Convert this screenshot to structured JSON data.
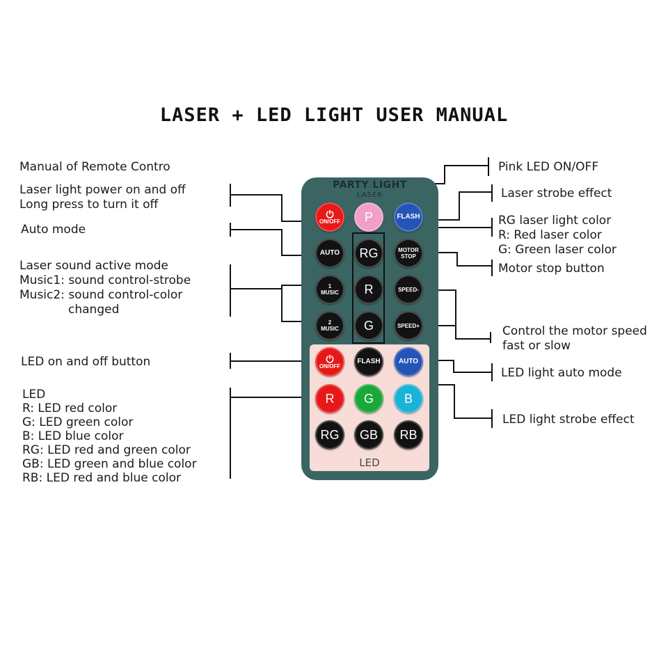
{
  "title": "LASER + LED LIGHT USER MANUAL",
  "left_notes": {
    "manual": "Manual of Remote Contro",
    "power_1": "Laser light power on and off",
    "power_2": "Long press to turn it off",
    "auto": "Auto mode",
    "sound_1": "Laser sound active mode",
    "sound_2": "Music1: sound control-strobe",
    "sound_3": "Music2: sound control-color",
    "sound_4": "changed",
    "led_onoff": "LED on and off button",
    "led_0": "LED",
    "led_1": "R: LED red color",
    "led_2": "G: LED green color",
    "led_3": "B: LED blue color",
    "led_4": "RG: LED red and green color",
    "led_5": "GB: LED green and blue color",
    "led_6": "RB: LED red and blue color"
  },
  "right_notes": {
    "pink": "Pink LED ON/OFF",
    "strobe": "Laser strobe effect",
    "rg_1": "RG laser light color",
    "rg_2": "R: Red laser color",
    "rg_3": "G: Green laser color",
    "motor": "Motor stop button",
    "speed_1": "Control the motor speed",
    "speed_2": "fast or slow",
    "led_auto": "LED light auto mode",
    "led_strobe": "LED light strobe effect"
  },
  "remote": {
    "brand": "PARTY LIGHT",
    "sub": "LASER",
    "led_label": "LED",
    "buttons": {
      "onoff": "ON/OFF",
      "p": "P",
      "flash": "FLASH",
      "auto": "AUTO",
      "rg": "RG",
      "motor_1": "MOTOR",
      "motor_2": "STOP",
      "music1_sup": "1",
      "music": "MUSIC",
      "r": "R",
      "speed_minus": "SPEED-",
      "music2_sup": "2",
      "g": "G",
      "speed_plus": "SPEED+",
      "led_onoff": "ON/OFF",
      "led_flash": "FLASH",
      "led_auto": "AUTO",
      "led_r": "R",
      "led_g": "G",
      "led_b": "B",
      "led_rg": "RG",
      "led_gb": "GB",
      "led_rb": "RB"
    }
  },
  "colors": {
    "remote_body": "#3a6563",
    "led_panel": "#f7dcd7",
    "red": "#e81818",
    "pink": "#f0a0c8",
    "blue": "#2454b8",
    "green": "#1aa83a",
    "cyan": "#19b3d8",
    "black": "#121212"
  },
  "icons": {
    "power": "power-icon"
  }
}
